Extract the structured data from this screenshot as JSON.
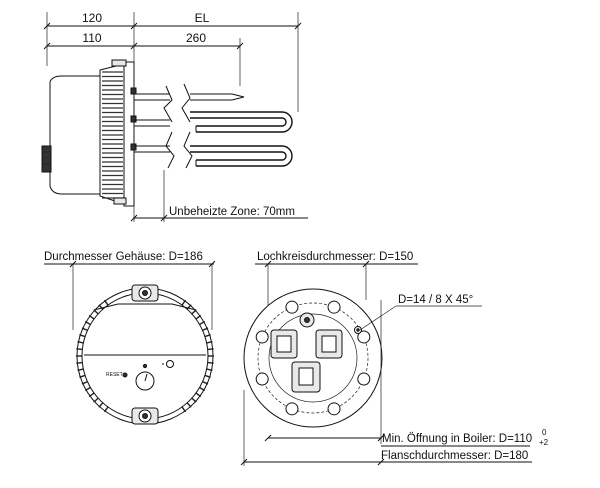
{
  "dimensions": {
    "top_overall": "120",
    "top_el": "EL",
    "second_left": "110",
    "second_right": "260",
    "unheated_zone": "Unbeheizte Zone: 70mm",
    "housing_diameter": "Durchmesser Gehäuse: D=186",
    "bolt_circle": "Lochkreisdurchmesser: D=150",
    "holes": "D=14 / 8 X 45°",
    "min_opening": "Min. Öffnung in Boiler: D=110",
    "min_opening_tol_upper": "0",
    "min_opening_tol_lower": "+2",
    "flange_diameter": "Flanschdurchmesser: D=180"
  },
  "panel": {
    "reset_label": "RESET"
  }
}
